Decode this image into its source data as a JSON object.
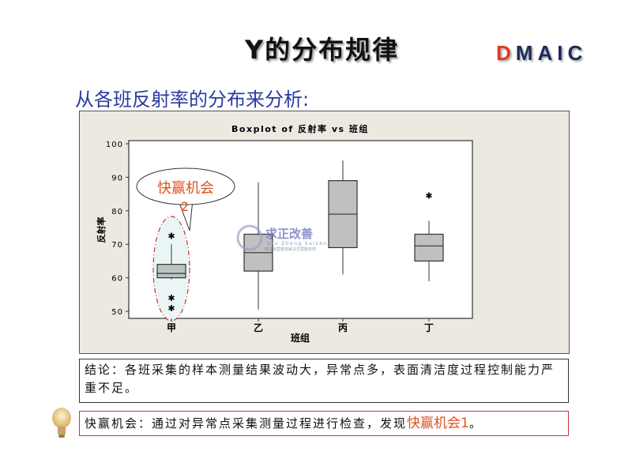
{
  "header": {
    "title": "Y的分布规律",
    "dmaic_first": "D",
    "dmaic_rest": "MAIC"
  },
  "subtitle": "从各班反射率的分布来分析:",
  "chart_data": {
    "type": "boxplot",
    "title": "Boxplot of 反射率 vs 班组",
    "xlabel": "班组",
    "ylabel": "反射率",
    "ylim": [
      48,
      102
    ],
    "yticks": [
      50,
      60,
      70,
      80,
      90,
      100
    ],
    "categories": [
      "甲",
      "乙",
      "丙",
      "丁"
    ],
    "boxes": [
      {
        "group": "甲",
        "whisker_low": 59.5,
        "q1": 60,
        "median": 61.3,
        "q3": 64,
        "whisker_high": 70,
        "outliers": [
          72.5,
          54,
          51
        ]
      },
      {
        "group": "乙",
        "whisker_low": 50.5,
        "q1": 62,
        "median": 67.5,
        "q3": 73,
        "whisker_high": 88.5,
        "outliers": []
      },
      {
        "group": "丙",
        "whisker_low": 61,
        "q1": 69,
        "median": 79,
        "q3": 89,
        "whisker_high": 95,
        "outliers": []
      },
      {
        "group": "丁",
        "whisker_low": 59,
        "q1": 65,
        "median": 69.5,
        "q3": 73,
        "whisker_high": 77,
        "outliers": [
          84.5
        ]
      }
    ],
    "callout": {
      "line1": "快赢机会",
      "line2": "2"
    },
    "watermark": {
      "name": "求正改善",
      "pinyin": "Qiu Zheng kaizen",
      "tagline": "精益运营整体解决方案服务商"
    }
  },
  "conclusion": "结论：各班采集的样本测量结果波动大，异常点多，表面清洁度过程控制能力严重不足。",
  "quickwin": {
    "text": "快赢机会：通过对异常点采集测量过程进行检查，发现",
    "highlight": "快赢机会1",
    "end": "。"
  },
  "colors": {
    "accent": "#e03a1c",
    "subtitle": "#2a3aa0",
    "box": "#c0c0c0",
    "frame": "#ece9e0"
  }
}
